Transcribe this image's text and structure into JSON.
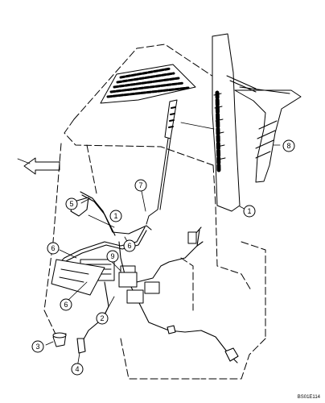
{
  "diagram": {
    "callouts": [
      {
        "id": "callout-1-left",
        "label": "1"
      },
      {
        "id": "callout-1-right",
        "label": "1"
      },
      {
        "id": "callout-2",
        "label": "2"
      },
      {
        "id": "callout-3",
        "label": "3"
      },
      {
        "id": "callout-4",
        "label": "4"
      },
      {
        "id": "callout-5",
        "label": "5"
      },
      {
        "id": "callout-6-left",
        "label": "6"
      },
      {
        "id": "callout-6-right",
        "label": "6"
      },
      {
        "id": "callout-6-lower",
        "label": "6"
      },
      {
        "id": "callout-7",
        "label": "7"
      },
      {
        "id": "callout-8",
        "label": "8"
      },
      {
        "id": "callout-9",
        "label": "9"
      }
    ],
    "reference_code": "BS01E114"
  }
}
